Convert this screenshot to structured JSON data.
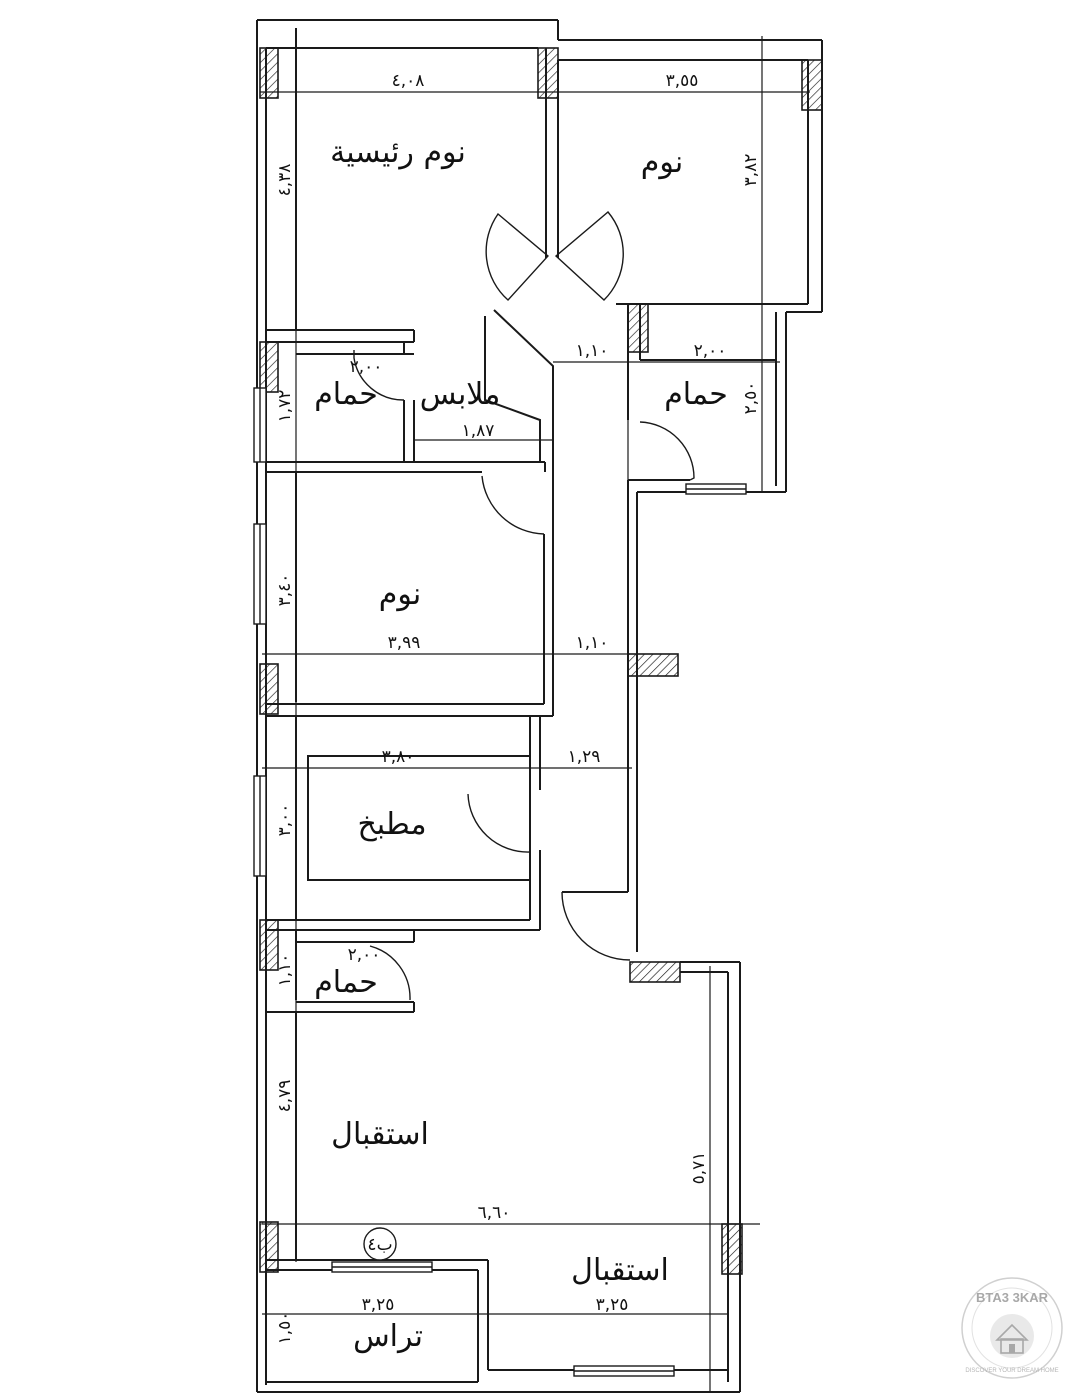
{
  "rooms": {
    "master_bedroom": "نوم رئيسية",
    "bedroom_1": "نوم",
    "bedroom_2": "نوم",
    "dressing": "ملابس",
    "bath_master": "حمام",
    "bath_2": "حمام",
    "bath_3": "حمام",
    "kitchen": "مطبخ",
    "reception_1": "استقبال",
    "reception_2": "استقبال",
    "terrace": "تراس"
  },
  "dimensions": {
    "d408": "٤,٠٨",
    "d355": "٣,٥٥",
    "d438": "٤,٣٨",
    "d382": "٣,٨٢",
    "d110a": "١,١٠",
    "d200a": "٢,٠٠",
    "d200b": "٢,٠٠",
    "d250": "٢,٥٠",
    "d172": "١,٧٢",
    "d187": "١,٨٧",
    "d340": "٣,٤٠",
    "d399": "٣,٩٩",
    "d110b": "١,١٠",
    "d380": "٣,٨٠",
    "d129": "١,٢٩",
    "d300": "٣,٠٠",
    "d200c": "٢,٠٠",
    "d110c": "١,١٠",
    "d479": "٤,٧٩",
    "d571": "٥,٧١",
    "d660": "٦,٦٠",
    "d325a": "٣,٢٥",
    "d325b": "٣,٢٥",
    "d150": "١,٥٠"
  },
  "tag": "ب٤",
  "watermark": {
    "brand": "BTA3 3KAR",
    "slogan": "DISCOVER YOUR DREAM HOME"
  }
}
